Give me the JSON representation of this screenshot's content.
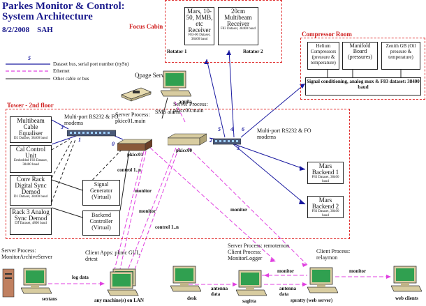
{
  "title": {
    "line1": "Parkes Monitor & Control:",
    "line2": "System Architecture"
  },
  "date": "8/2/2008",
  "author": "SAH",
  "legend": {
    "dataset": "Dataset bus, serial port number (ttySn)",
    "ethernet": "Ethernet",
    "other": "Other cable or bus",
    "sample_number": "5"
  },
  "regions": {
    "focus_cabin": "Focus Cabin",
    "compressor_room": "Compressor Room",
    "tower": "Tower - 2nd floor"
  },
  "focus_cabin": {
    "rotator1": "Rotator 1",
    "rotator2": "Rotator 2",
    "mars_receiver": {
      "title": "Mars, 10-50, MMB, etc Receiver",
      "sub": "F83-00 Dataset, 38400 baud"
    },
    "multibeam_receiver": {
      "title": "20cm Multibeam Receiver",
      "sub": "F83 Dataset, 38400 baud"
    }
  },
  "compressor_room": {
    "helium": "Helium Compressors (pressure & temperature)",
    "manifold": "Manifold Board (pressures)",
    "zenith": "Zenith GB (Oil pressure & temperature)",
    "signal": "Signal conditioning, analog mux & F83 dataset: 38400 baud"
  },
  "tower": {
    "multiport_left": "Multi-port RS232 & FO modems",
    "multibeam_eq": {
      "title": "Multibeam Cable Equaliser",
      "sub": "D2 Dataset, 38400 baud"
    },
    "cal_control": {
      "title": "Cal Control Unit",
      "sub": "Embedded F83 Dataset, 38400 baud"
    },
    "conv_rack": {
      "title": "Conv Rack Digital Sync Demod",
      "sub": "D1 Dataset, 38400 baud"
    },
    "rack3": {
      "title": "Rack 3 Analog Sync Demod",
      "sub": "D3 Dataset, 4800 baud"
    },
    "signal_gen": "Signal Generator (Virtual)",
    "backend_ctrl": "Backend Controller (Virtual)",
    "server_pkicc01": "Server Process: pkicc01.main",
    "server_pkicc00": "Server Process: pkicc00.main",
    "pkicc01": "pkicc01",
    "pkicc00": "pkicc00",
    "multiport_right": "Multi-port RS232 & FO modems",
    "mars_be1": {
      "title": "Mars Backend 1",
      "sub": "F83 Dataset, 38400 baud"
    },
    "mars_be2": {
      "title": "Mars Backend 2",
      "sub": "F83 Dataset, 38400 baud"
    }
  },
  "qpage": "Qpage Server",
  "aquila": "aquila",
  "sms": "SMS alarm",
  "port_numbers": {
    "p3": "3",
    "p1": "1",
    "p0": "0",
    "p5": "5",
    "p4": "4",
    "p6": "6",
    "p3b": "3",
    "p2": "2"
  },
  "links": {
    "control_a": "control 1..n",
    "control_b": "control 1..n",
    "monitor_a": "monitor",
    "monitor_b": "monitor",
    "monitor_c": "monitor",
    "monitor_d": "monitor",
    "monitor_e": "monitor",
    "log_data": "log data",
    "antenna_a": "antenna data",
    "antenna_b": "antenna data"
  },
  "bottom": {
    "archive_server": "Server Process: MonitorArchiveServer",
    "client_apps": "Client Apps: pkmc GUI, drtest",
    "remotemon": "Server Process: remotemon Client Process: MonitorLogger",
    "relaymon": "Client Process: relaymon",
    "sextans": "sextans",
    "any_machine": "any machine(s) on LAN",
    "desk": "desk",
    "sagitta": "sagitta",
    "spratty": "spratty (web server)",
    "web_clients": "web clients"
  }
}
